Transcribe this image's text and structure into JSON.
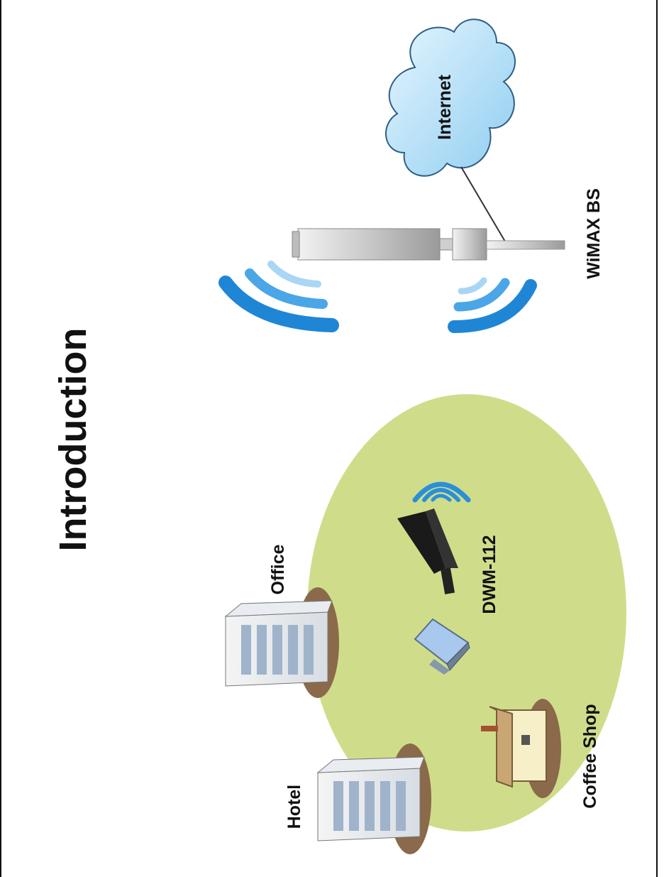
{
  "title": "Introduction",
  "diagram": {
    "cloud_label": "Internet",
    "base_station_label": "WiMAX BS",
    "device_label": "DWM-112",
    "locations": [
      "Office",
      "Coffee Shop",
      "Hotel"
    ]
  },
  "colors": {
    "coverage_area": "#cfdd8a",
    "cloud_fill": "#bfe3f5",
    "cloud_stroke": "#2f5f85",
    "signal_wave": "#2a8fd8",
    "building_base": "#8a6a4a",
    "ink": "#111111"
  },
  "icons": [
    "cloud-icon",
    "base-station-icon",
    "signal-wave-icon",
    "office-building-icon",
    "hotel-building-icon",
    "coffee-shop-icon",
    "laptop-icon",
    "usb-modem-icon"
  ]
}
